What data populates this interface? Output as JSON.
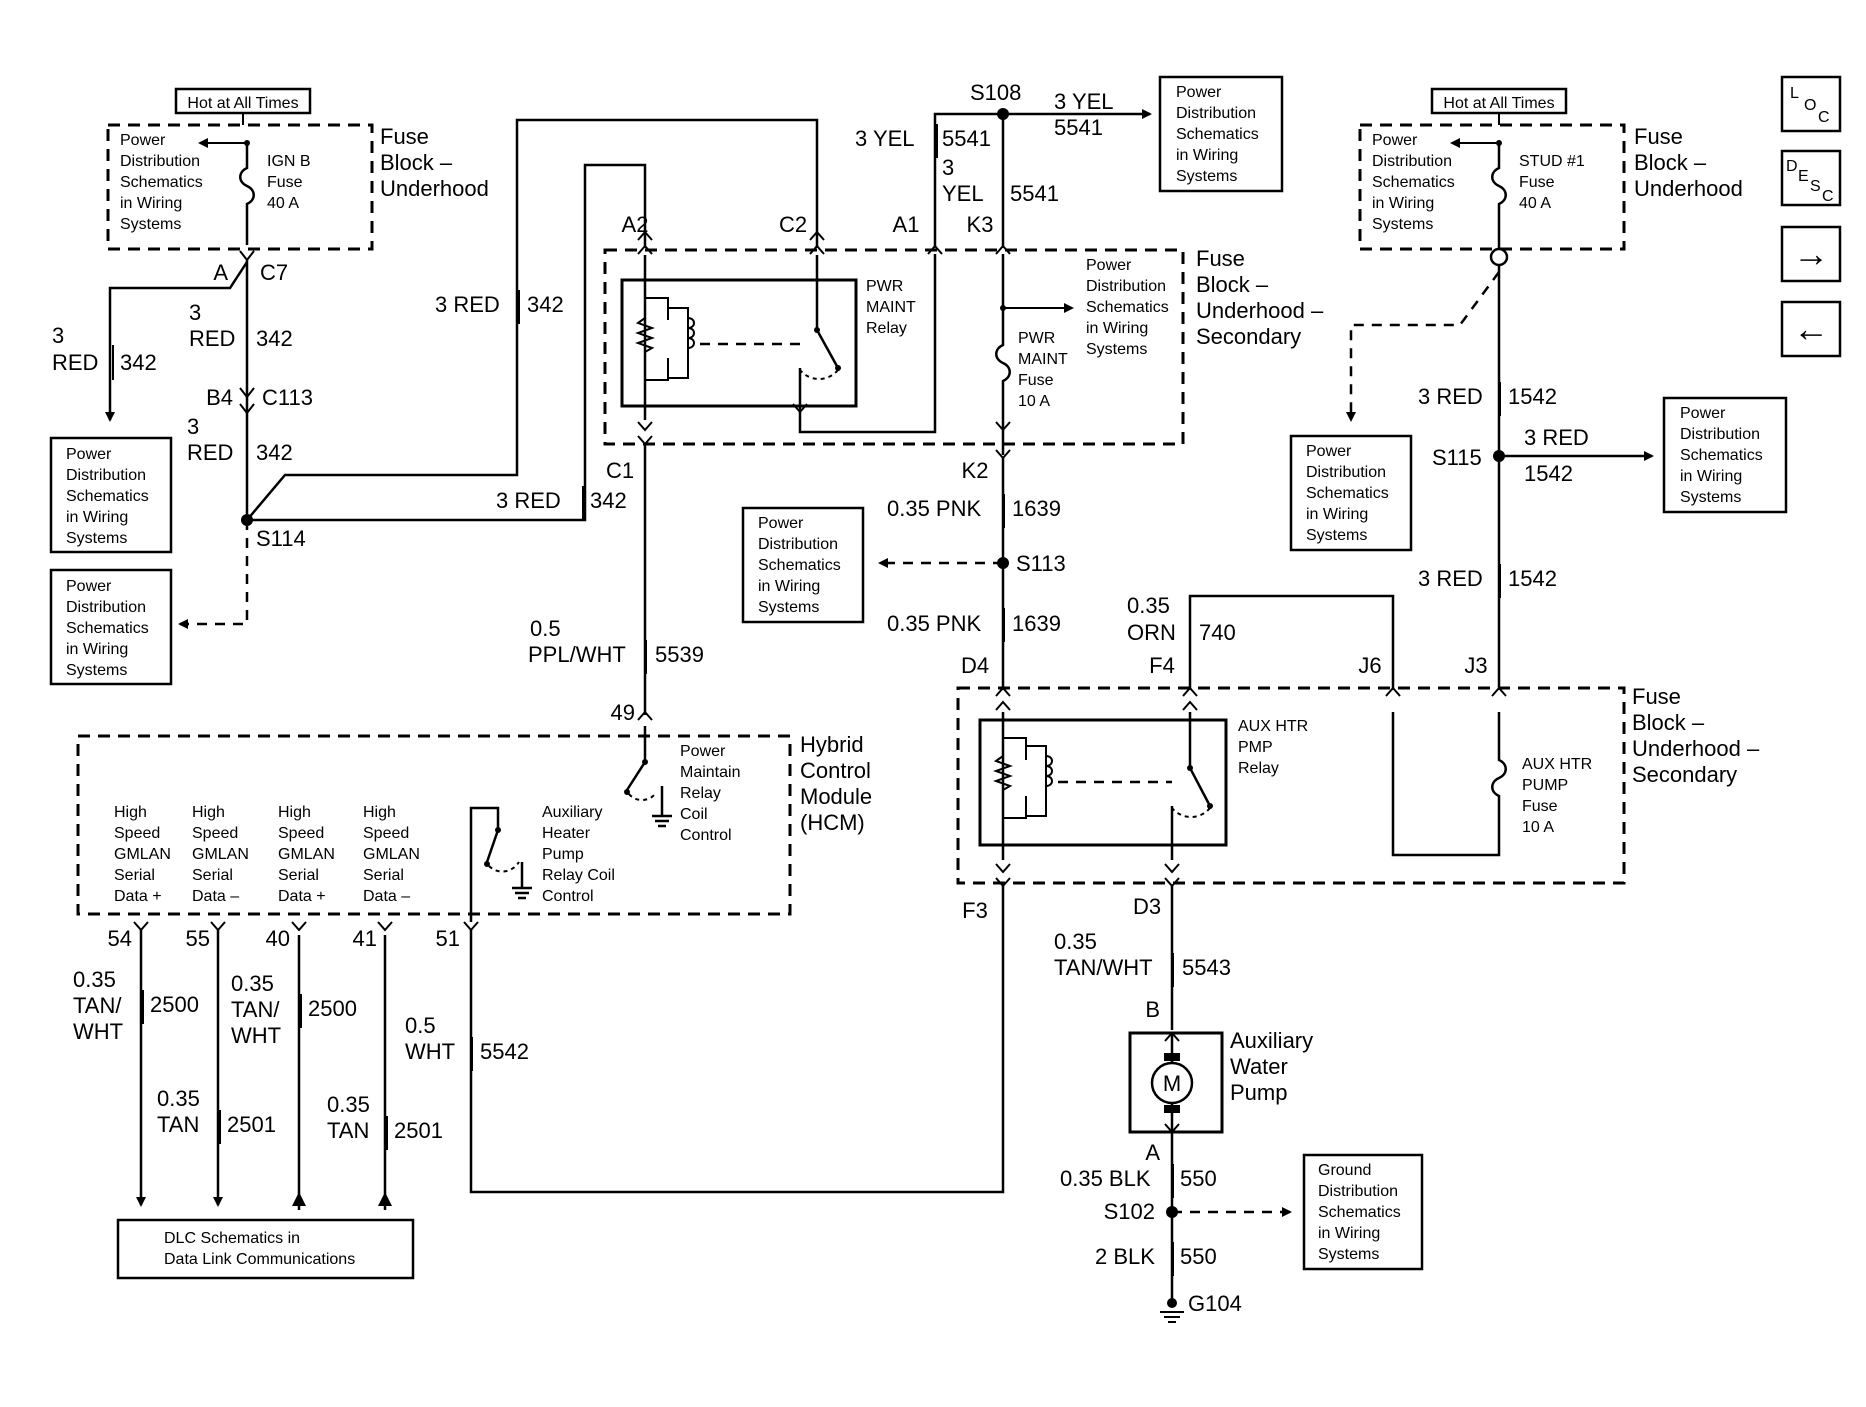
{
  "labels": {
    "hot1": "Hot at All Times",
    "hot2": "Hot at All Times",
    "pd": [
      "Power",
      "Distribution",
      "Schematics",
      "in Wiring",
      "Systems"
    ],
    "gd": [
      "Ground",
      "Distribution",
      "Schematics",
      "in Wiring",
      "Systems"
    ],
    "fuse_block_underhood": [
      "Fuse",
      "Block –",
      "Underhood"
    ],
    "fuse_block_secondary": [
      "Fuse",
      "Block –",
      "Underhood –",
      "Secondary"
    ],
    "ign_b_fuse": [
      "IGN B",
      "Fuse",
      "40 A"
    ],
    "stud_fuse": [
      "STUD #1",
      "Fuse",
      "40 A"
    ],
    "pwr_maint_relay": [
      "PWR",
      "MAINT",
      "Relay"
    ],
    "pwr_maint_fuse": [
      "PWR",
      "MAINT",
      "Fuse",
      "10 A"
    ],
    "aux_htr_pmp_relay": [
      "AUX HTR",
      "PMP",
      "Relay"
    ],
    "aux_htr_pump_fuse": [
      "AUX HTR",
      "PUMP",
      "Fuse",
      "10 A"
    ],
    "hcm": [
      "Hybrid",
      "Control",
      "Module",
      "(HCM)"
    ],
    "pm_coil": [
      "Power",
      "Maintain",
      "Relay",
      "Coil",
      "Control"
    ],
    "aux_coil": [
      "Auxiliary",
      "Heater",
      "Pump",
      "Relay Coil",
      "Control"
    ],
    "gm_plus": [
      "High",
      "Speed",
      "GMLAN",
      "Serial",
      "Data +"
    ],
    "gm_minus": [
      "High",
      "Speed",
      "GMLAN",
      "Serial",
      "Data –"
    ],
    "pump": [
      "Auxiliary",
      "Water",
      "Pump"
    ],
    "motor": "M",
    "dlc": [
      "DLC Schematics in",
      "Data Link Communications"
    ],
    "nav": {
      "loc": [
        "L",
        "O",
        "C"
      ],
      "desc": [
        "D",
        "E",
        "S",
        "C"
      ],
      "next": "→",
      "prev": "←"
    }
  },
  "wires": {
    "w3red": "3 RED",
    "w342": "342",
    "w3": "3",
    "wred": "RED",
    "w3yel": "3 YEL",
    "wyel": "YEL",
    "w5541": "5541",
    "w1542": "1542",
    "w035pnk": "0.35 PNK",
    "w1639": "1639",
    "w035": "0.35",
    "orn": "ORN",
    "w740": "740",
    "w05": "0.5",
    "pplwht": "PPL/WHT",
    "w5539": "5539",
    "tanwht": "TAN/WHT",
    "w5543": "5543",
    "tan_slash": "TAN/",
    "wht": "WHT",
    "tan": "TAN",
    "w2500": "2500",
    "w2501": "2501",
    "w5542": "5542",
    "w035blk": "0.35 BLK",
    "w550": "550",
    "w2blk": "2 BLK"
  },
  "connectors": {
    "A": "A",
    "C7": "C7",
    "B4": "B4",
    "C113": "C113",
    "A2": "A2",
    "C2": "C2",
    "A1": "A1",
    "K3": "K3",
    "C1": "C1",
    "K2": "K2",
    "D4": "D4",
    "F4": "F4",
    "J6": "J6",
    "J3": "J3",
    "F3": "F3",
    "D3": "D3",
    "B": "B",
    "Apump": "A",
    "p49": "49",
    "p54": "54",
    "p55": "55",
    "p40": "40",
    "p41": "41",
    "p51": "51"
  },
  "splices": {
    "S108": "S108",
    "S114": "S114",
    "S113": "S113",
    "S115": "S115",
    "S102": "S102",
    "G104": "G104"
  }
}
